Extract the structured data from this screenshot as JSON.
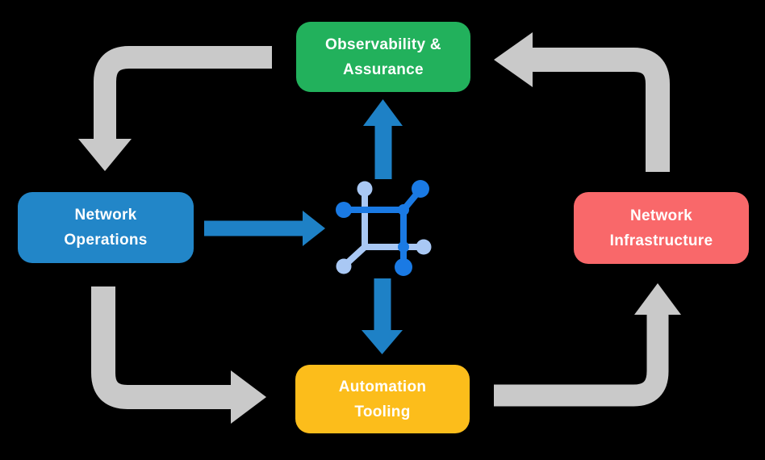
{
  "colors": {
    "background": "#000000",
    "node_green": "#22b15c",
    "node_blue": "#2286c8",
    "node_red": "#f9686a",
    "node_yellow": "#fcbd1b",
    "arrow_gray": "#c9c9c9",
    "arrow_blue": "#1e81c6",
    "icon_dark_blue": "#1a7ae4",
    "icon_light_blue": "#a9c8f4",
    "label_text": "#ffffff"
  },
  "nodes": {
    "observability": {
      "label": "Observability &\nAssurance",
      "color": "#22b15c"
    },
    "operations": {
      "label": "Network\nOperations",
      "color": "#2286c8"
    },
    "infrastructure": {
      "label": "Network\nInfrastructure",
      "color": "#f9686a"
    },
    "automation": {
      "label": "Automation\nTooling",
      "color": "#fcbd1b"
    }
  },
  "center_icon": {
    "name": "network-fabric-icon"
  },
  "arrows": [
    {
      "name": "observability-to-operations",
      "style": "gray",
      "from": "Observability & Assurance",
      "to": "Network Operations"
    },
    {
      "name": "operations-to-automation",
      "style": "gray",
      "from": "Network Operations",
      "to": "Automation Tooling"
    },
    {
      "name": "automation-to-infrastructure",
      "style": "gray",
      "from": "Automation Tooling",
      "to": "Network Infrastructure"
    },
    {
      "name": "infrastructure-to-observability",
      "style": "gray",
      "from": "Network Infrastructure",
      "to": "Observability & Assurance"
    },
    {
      "name": "operations-to-center",
      "style": "blue",
      "from": "Network Operations",
      "to": "center icon"
    },
    {
      "name": "center-to-observability",
      "style": "blue",
      "from": "center icon",
      "to": "Observability & Assurance"
    },
    {
      "name": "center-to-automation",
      "style": "blue",
      "from": "center icon",
      "to": "Automation Tooling"
    }
  ]
}
